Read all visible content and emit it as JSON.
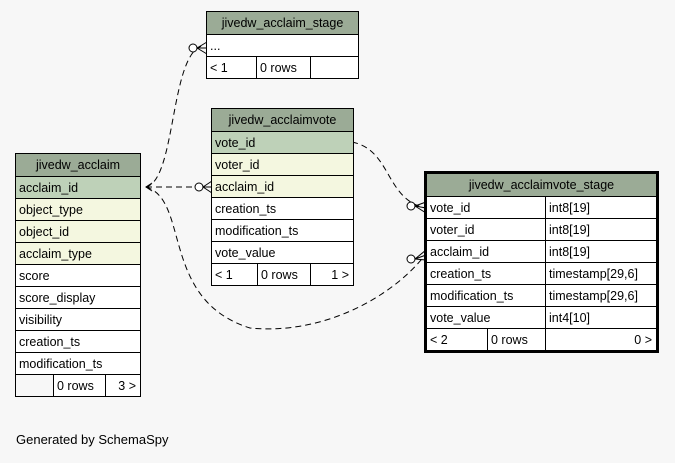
{
  "tables": {
    "acclaim": {
      "title": "jivedw_acclaim",
      "columns": [
        "acclaim_id",
        "object_type",
        "object_id",
        "acclaim_type",
        "score",
        "score_display",
        "visibility",
        "creation_ts",
        "modification_ts"
      ],
      "footer": [
        "",
        "0 rows",
        "3 >"
      ]
    },
    "acclaim_stage": {
      "title": "jivedw_acclaim_stage",
      "columns": [
        "..."
      ],
      "footer": [
        "< 1",
        "0 rows",
        ""
      ]
    },
    "acclaimvote": {
      "title": "jivedw_acclaimvote",
      "columns": [
        "vote_id",
        "voter_id",
        "acclaim_id",
        "creation_ts",
        "modification_ts",
        "vote_value"
      ],
      "footer": [
        "< 1",
        "0 rows",
        "1 >"
      ]
    },
    "acclaimvote_stage": {
      "title": "jivedw_acclaimvote_stage",
      "columns": [
        {
          "name": "vote_id",
          "type": "int8[19]"
        },
        {
          "name": "voter_id",
          "type": "int8[19]"
        },
        {
          "name": "acclaim_id",
          "type": "int8[19]"
        },
        {
          "name": "creation_ts",
          "type": "timestamp[29,6]"
        },
        {
          "name": "modification_ts",
          "type": "timestamp[29,6]"
        },
        {
          "name": "vote_value",
          "type": "int4[10]"
        }
      ],
      "footer": [
        "< 2",
        "0 rows",
        "0 >"
      ]
    }
  },
  "credit": "Generated by SchemaSpy",
  "colors": {
    "header": "#9bab96",
    "primary_key": "#bed1b8",
    "foreign_key": "#f4f7e0",
    "background": "#f7f7f7"
  }
}
